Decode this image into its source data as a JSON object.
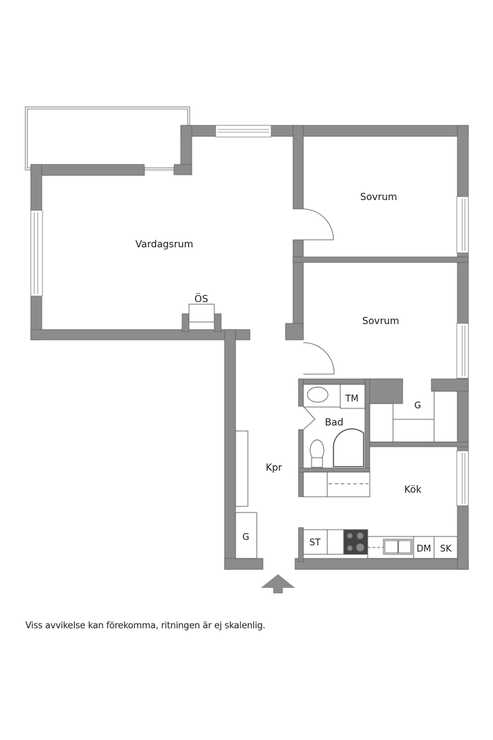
{
  "floorplan": {
    "wall_color": "#8a8c8d",
    "wall_stroke": "#5f6061",
    "fixture_line": "#555555",
    "rooms": {
      "vardagsrum": "Vardagsrum",
      "sovrum_1": "Sovrum",
      "sovrum_2": "Sovrum",
      "bad": "Bad",
      "kpr": "Kpr",
      "kok": "Kök"
    },
    "fixtures": {
      "os": "ÖS",
      "tm": "TM",
      "g_closet_top": "G",
      "g_closet_hall": "G",
      "st": "ST",
      "dm": "DM",
      "sk": "SK"
    },
    "entry_arrow": "entrance-arrow"
  },
  "footer": {
    "disclaimer": "Viss avvikelse kan förekomma, ritningen är ej skalenlig."
  }
}
